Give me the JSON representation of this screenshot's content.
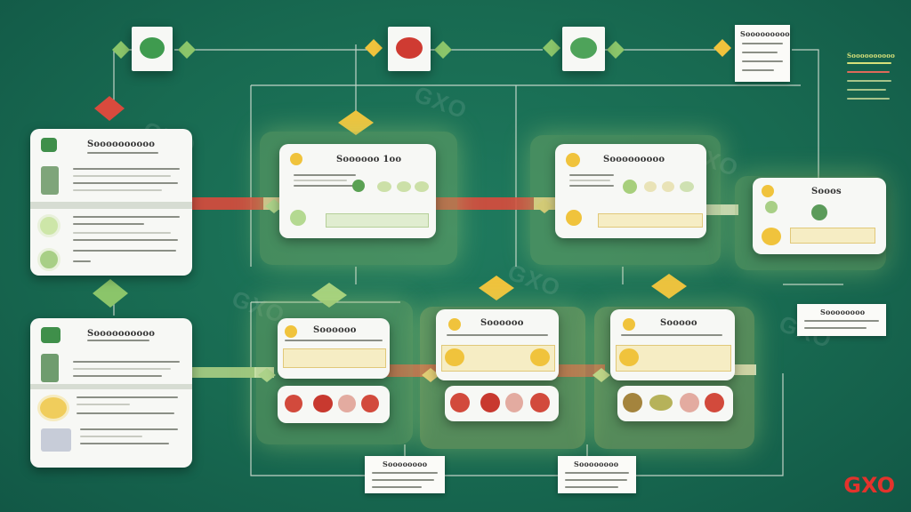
{
  "brand": {
    "logo_text": "GXO"
  },
  "watermarks": [
    "GXO",
    "GXO",
    "GXO",
    "GXO",
    "GXO",
    "GXO"
  ],
  "colors": {
    "background": "#186a51",
    "connector": "#dfe6dc",
    "accent_green": "#6aa85a",
    "accent_yellow": "#f0c33c",
    "accent_red": "#d8453a",
    "brand_red": "#e3332c"
  },
  "cards": {
    "left_top": {
      "title": "Soooooooooo"
    },
    "left_bottom": {
      "title": "Soooooooooo"
    },
    "mid_top_1": {
      "title": "Soooooo 1oo"
    },
    "mid_top_2": {
      "title": "Sooooooooo"
    },
    "mid_top_3": {
      "title": "Sooos"
    },
    "mid_bottom_1": {
      "title": "Soooooo"
    },
    "mid_bottom_2": {
      "title": "Soooooo"
    },
    "mid_bottom_3": {
      "title": "Sooooo"
    }
  },
  "notes": {
    "top_right_box": {
      "title": "Sooooooooo"
    },
    "right_text": {
      "title": "Soooooooooo"
    },
    "right_small_box": {
      "title": "Soooooooo"
    },
    "bottom_box_1": {
      "title": "Soooooooo"
    },
    "bottom_box_2": {
      "title": "Soooooooo"
    }
  },
  "top_badges": [
    {
      "color": "green"
    },
    {
      "color": "red"
    },
    {
      "color": "green"
    }
  ]
}
